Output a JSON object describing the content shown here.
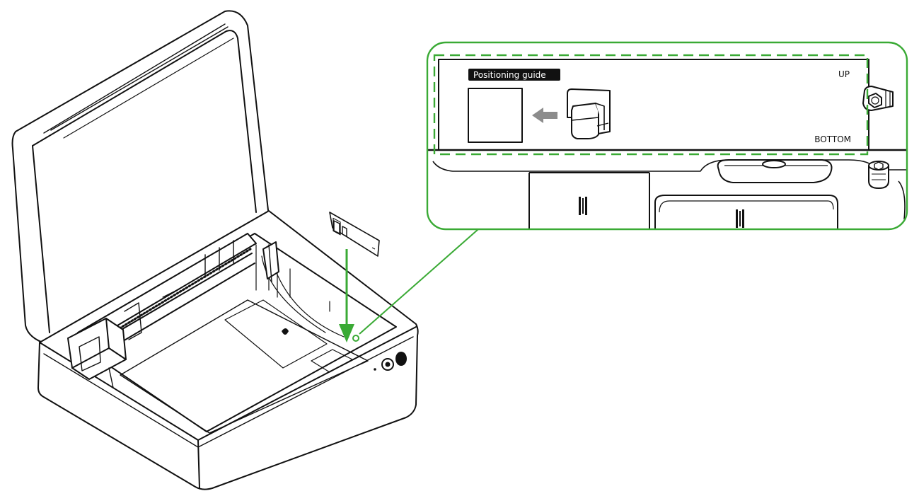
{
  "callout": {
    "badge_label": "Positioning guide",
    "up_label": "UP",
    "bottom_label": "BOTTOM"
  },
  "colors": {
    "outline": "#111111",
    "callout_green": "#3aaa35",
    "badge_background": "#111111",
    "badge_text": "#ffffff",
    "arrow_gray": "#8c8c8c",
    "background": "#ffffff"
  },
  "icons": {
    "guide_arrow": "arrow-left-icon",
    "power_button": "power-button-icon",
    "screw": "hex-screw-icon"
  }
}
